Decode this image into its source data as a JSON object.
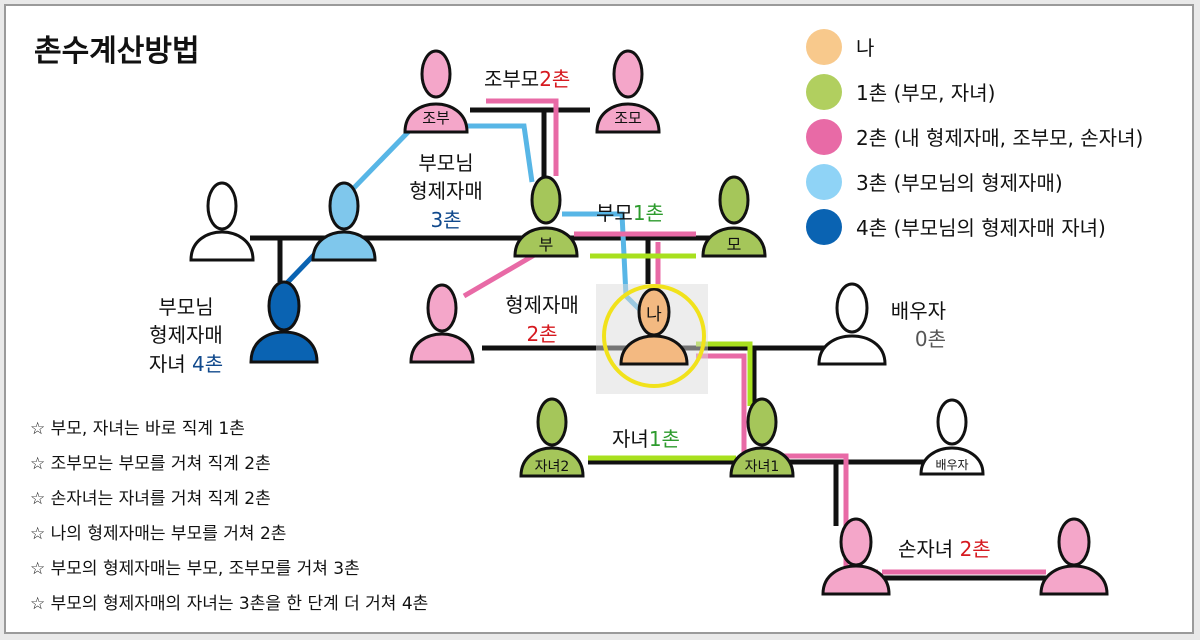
{
  "title": "촌수계산방법",
  "colors": {
    "me": "#f8c98c",
    "chon1": "#b1cf5f",
    "chon2": "#e86aa6",
    "chon3": "#58b6e6",
    "chon4": "#0a63b2",
    "pink_person": "#f4a6c9",
    "green_person": "#a5c65a",
    "light_blue_person": "#7fc7ec",
    "dark_blue_person": "#0a63b2",
    "orange_person": "#f3b981",
    "white_person": "#ffffff",
    "red_text": "#d6191f",
    "green_text": "#2d9b2d",
    "blue_text": "#10498c",
    "gray_text": "#555555"
  },
  "legend": [
    {
      "label": "나",
      "color": "#f8c98c"
    },
    {
      "label": "1촌 (부모, 자녀)",
      "color": "#b1cf5f"
    },
    {
      "label": "2촌 (내 형제자매, 조부모, 손자녀)",
      "color": "#e86aa6"
    },
    {
      "label": "3촌 (부모님의 형제자매)",
      "color": "#8fd3f6"
    },
    {
      "label": "4촌 (부모님의 형제자매 자녀)",
      "color": "#0a63b2"
    }
  ],
  "nodes": {
    "grandfather": "조부",
    "grandmother": "조모",
    "father": "부",
    "mother": "모",
    "me": "나",
    "child1": "자녀1",
    "child2": "자녀2",
    "child_spouse": "배우자"
  },
  "labels": {
    "grandparents_prefix": "조부모",
    "grandparents_chon": "2촌",
    "parents_prefix": "부모",
    "parents_chon": "1촌",
    "uncle_line1": "부모님",
    "uncle_line2": "형제자매",
    "uncle_chon": "3촌",
    "cousin_line1": "부모님",
    "cousin_line2": "형제자매",
    "cousin_line3_prefix": "자녀",
    "cousin_chon": "4촌",
    "sibling_prefix": "형제자매",
    "sibling_chon": "2촌",
    "spouse_prefix": "배우자",
    "spouse_chon": "0촌",
    "children_prefix": "자녀",
    "children_chon": "1촌",
    "grandchildren_prefix": "손자녀",
    "grandchildren_chon": "2촌"
  },
  "notes": [
    "☆ 부모, 자녀는 바로 직계 1촌",
    "☆ 조부모는 부모를 거쳐 직계 2촌",
    "☆ 손자녀는 자녀를 거쳐 직계 2촌",
    "☆ 나의 형제자매는 부모를 거쳐 2촌",
    "☆ 부모의 형제자매는 부모, 조부모를 거쳐 3촌",
    "☆ 부모의 형제자매의 자녀는 3촌을 한 단계 더 거쳐 4촌"
  ]
}
